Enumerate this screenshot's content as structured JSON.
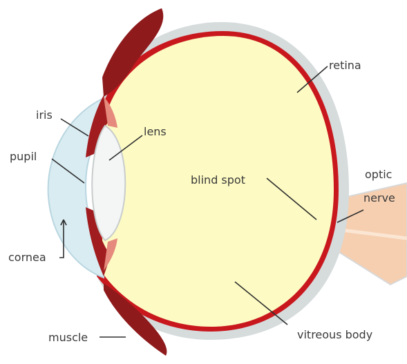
{
  "labels": {
    "iris": "iris",
    "pupil": "pupil",
    "cornea": "cornea",
    "muscle": "muscle",
    "lens": "lens",
    "retina": "retina",
    "blind_spot": "blind spot",
    "optic_line1": "optic",
    "optic_line2": "nerve",
    "vitreous_body": "vitreous body"
  },
  "colors": {
    "vitreous_fill": "#fdfbc3",
    "retina_red": "#c8181e",
    "sclera_gray": "#d6dbdc",
    "muscle_dark": "#8e1a1c",
    "cornea_blue": "#d9ecf2",
    "lens_white": "#f4f6f6",
    "optic_nerve": "#f6cfb0"
  }
}
